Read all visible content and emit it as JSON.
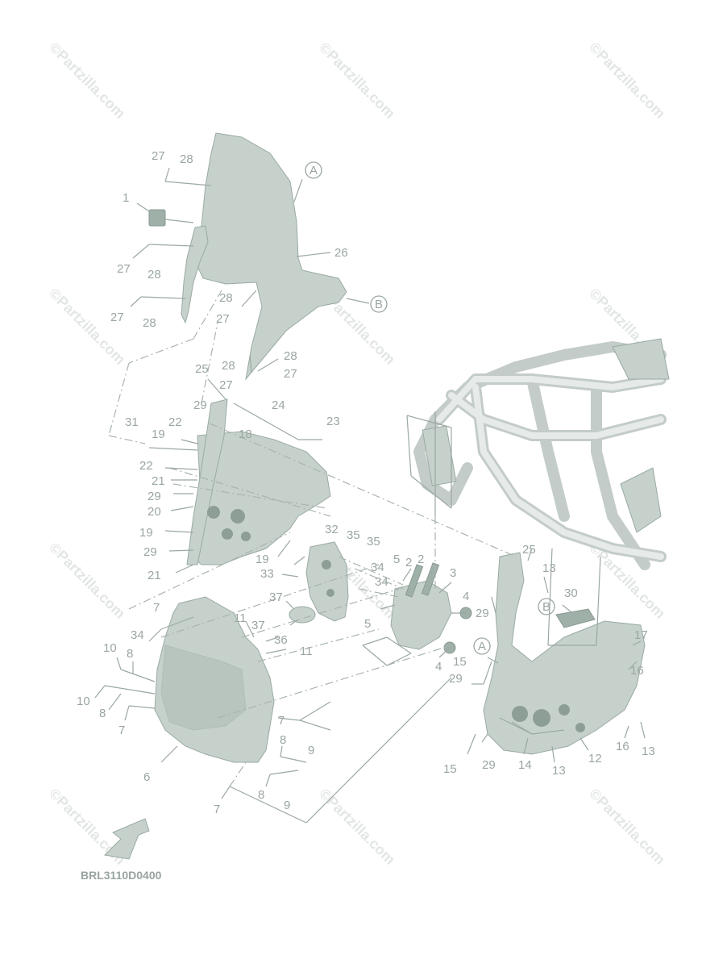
{
  "watermark": "©Partzilla.com",
  "diagram_code": "BRL3110D0400",
  "ref_markers": {
    "a": "A",
    "b": "B"
  },
  "callouts": [
    "1",
    "2",
    "3",
    "4",
    "5",
    "6",
    "7",
    "8",
    "9",
    "10",
    "11",
    "12",
    "13",
    "14",
    "15",
    "16",
    "17",
    "18",
    "19",
    "20",
    "21",
    "22",
    "23",
    "24",
    "25",
    "26",
    "27",
    "28",
    "29",
    "30",
    "31",
    "32",
    "33",
    "34",
    "35",
    "36",
    "37"
  ],
  "colors": {
    "part": "#c6d1cc",
    "leader": "#9ba8a3",
    "label": "#9aa6a1",
    "watermark": "#e2e6e4"
  }
}
